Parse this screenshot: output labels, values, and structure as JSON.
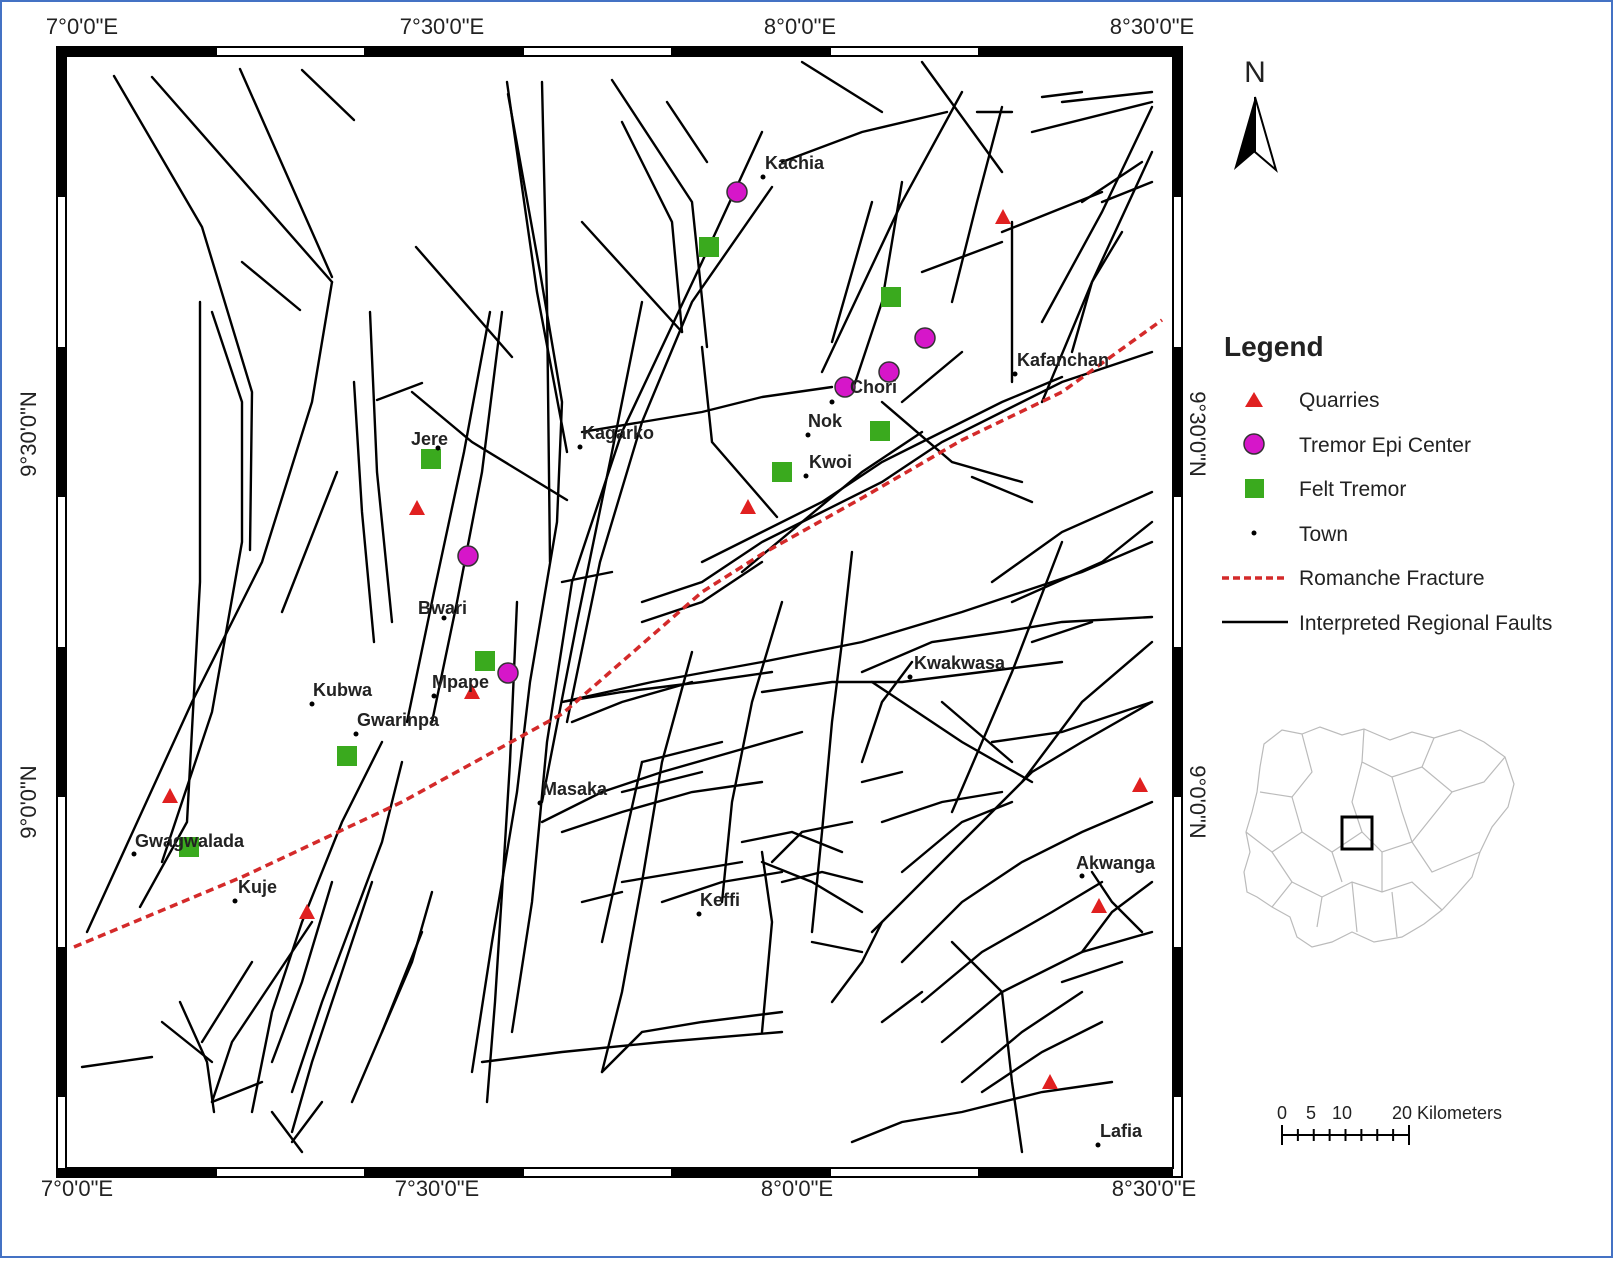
{
  "colors": {
    "quarry": "#e02020",
    "epicenter": "#d616c9",
    "felt": "#3aaa1e",
    "fracture": "#d42a2a",
    "fault": "#000000",
    "frame": "#4472c4"
  },
  "coords": {
    "top": [
      "7°0'0\"E",
      "7°30'0\"E",
      "8°0'0\"E",
      "8°30'0\"E"
    ],
    "bottom": [
      "7°0'0\"E",
      "7°30'0\"E",
      "8°0'0\"E",
      "8°30'0\"E"
    ],
    "left": [
      "9°30'0\"N",
      "9°0'0\"N"
    ],
    "right": [
      "9°30'0\"N",
      "9°0'0\"N"
    ]
  },
  "north_label": "N",
  "legend": {
    "title": "Legend",
    "items": [
      {
        "label": "Quarries",
        "symbol": "triangle"
      },
      {
        "label": "Tremor Epi Center",
        "symbol": "circle"
      },
      {
        "label": "Felt Tremor",
        "symbol": "square"
      },
      {
        "label": "Town",
        "symbol": "dot"
      },
      {
        "label": "Romanche Fracture",
        "symbol": "dashed-line"
      },
      {
        "label": "Interpreted Regional Faults",
        "symbol": "line"
      }
    ]
  },
  "scale": {
    "labels": [
      "0",
      "5",
      "10",
      "20 Kilometers"
    ]
  },
  "towns": [
    "Kachia",
    "Kafanchan",
    "Chori",
    "Nok",
    "Kwoi",
    "Kagarko",
    "Jere",
    "Bwari",
    "Kubwa",
    "Mpape",
    "Gwarinpa",
    "Kwakwasa",
    "Masaka",
    "Gwagwalada",
    "Kuje",
    "Keffi",
    "Akwanga",
    "Lafia"
  ]
}
